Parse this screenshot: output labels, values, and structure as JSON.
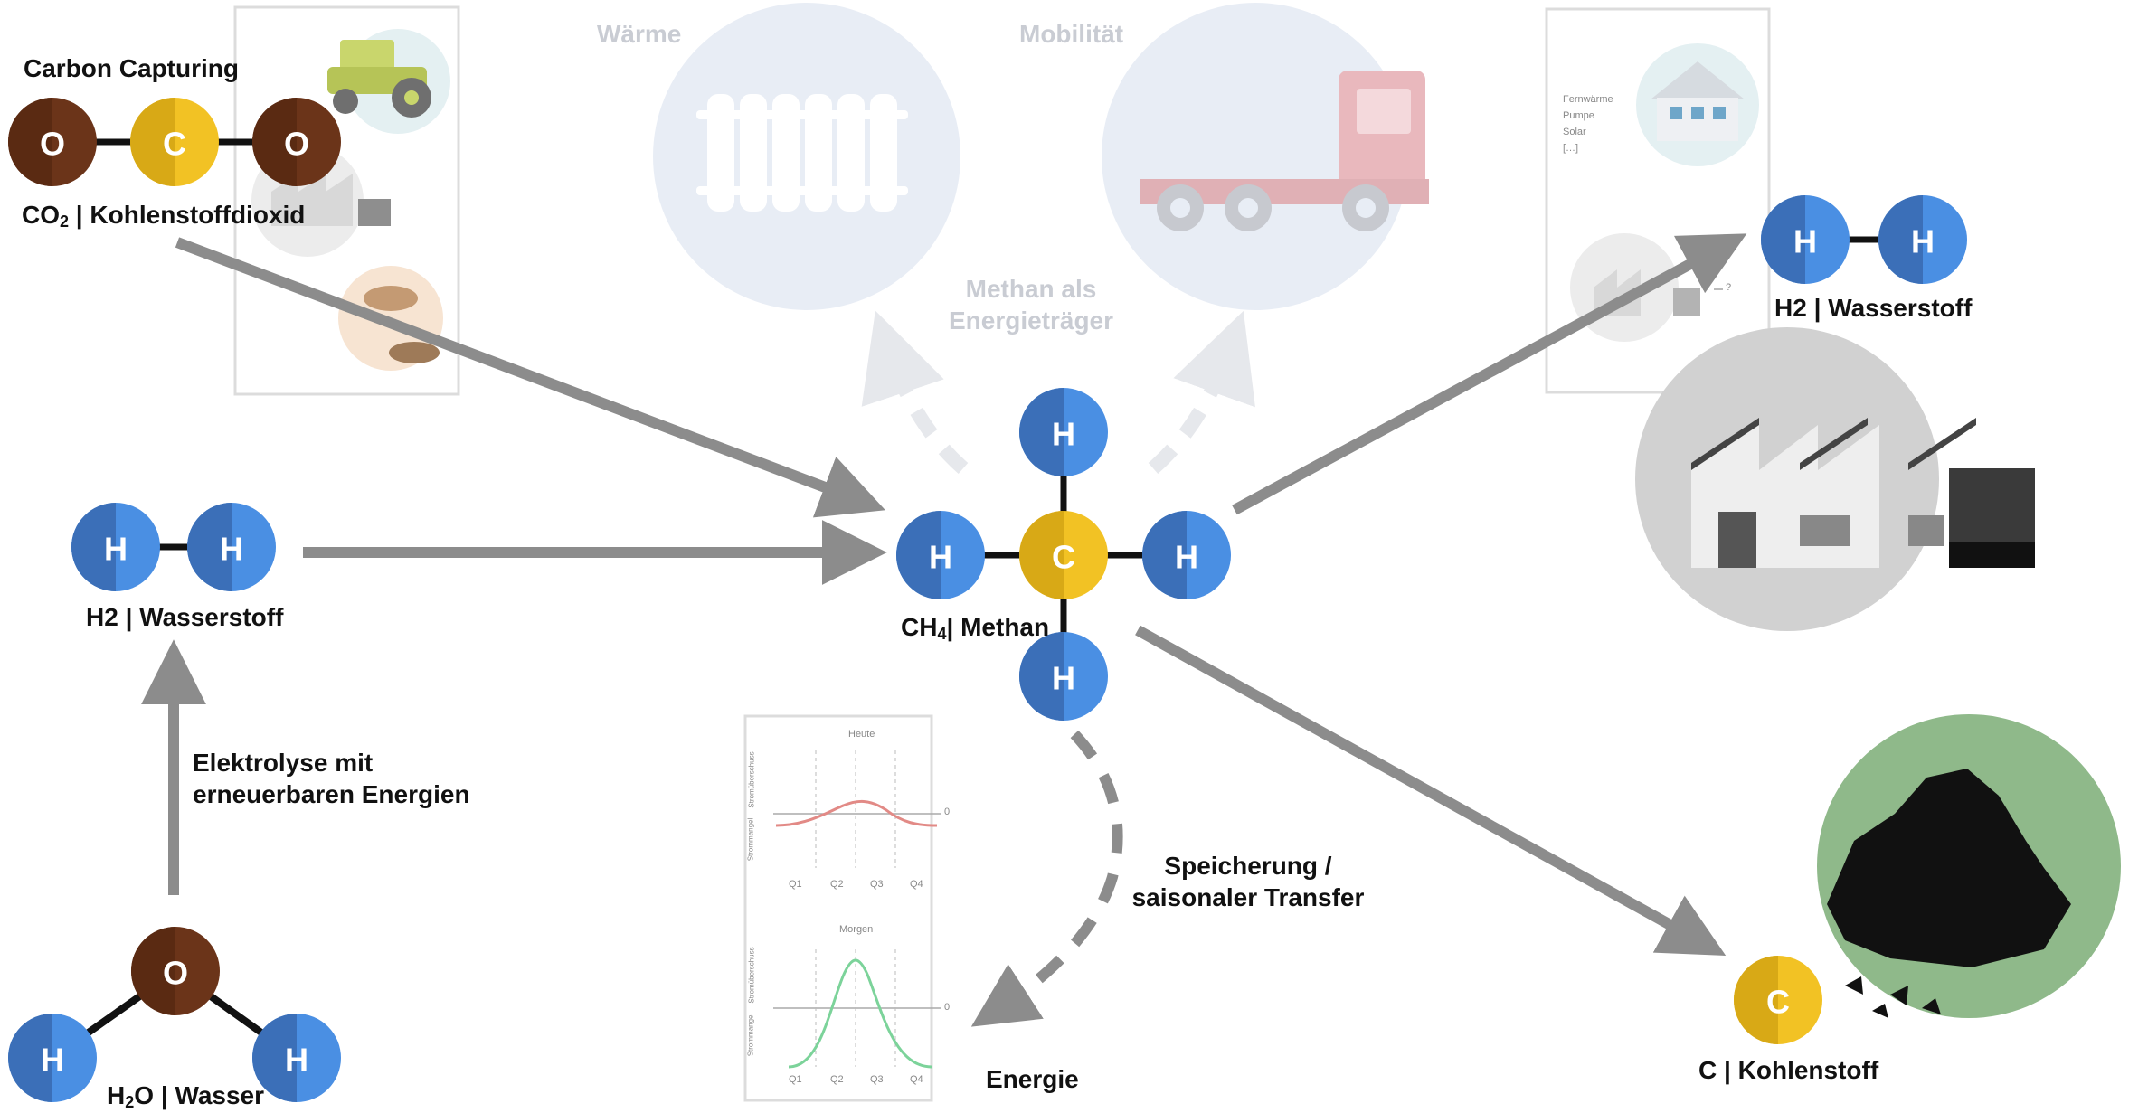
{
  "co2": {
    "heading": "Carbon Capturing",
    "formula_base": "CO",
    "formula_sub": "2",
    "name": "Kohlenstoffdioxid",
    "atoms": [
      "O",
      "C",
      "O"
    ]
  },
  "h2_left": {
    "formula": "H2",
    "name": "Wasserstoff",
    "atoms": [
      "H",
      "H"
    ]
  },
  "h2_right": {
    "formula": "H2",
    "name": "Wasserstoff",
    "atoms": [
      "H",
      "H"
    ]
  },
  "water": {
    "formula_base": "H",
    "formula_sub": "2",
    "formula_tail": "O",
    "name": "Wasser",
    "atoms": [
      "O",
      "H",
      "H"
    ]
  },
  "electrolysis": {
    "line1": "Elektrolyse mit",
    "line2": "erneuerbaren Energien"
  },
  "methane": {
    "formula_base": "CH",
    "formula_sub": "4",
    "name": "Methan",
    "atoms": [
      "C",
      "H",
      "H",
      "H",
      "H"
    ]
  },
  "carbon": {
    "formula": "C",
    "name": "Kohlenstoff",
    "atom": "C"
  },
  "usage": {
    "heat": "Wärme",
    "mobility": "Mobilität",
    "carrier_line1": "Methan als",
    "carrier_line2": "Energieträger"
  },
  "storage": {
    "line1": "Speicherung /",
    "line2": "saisonaler Transfer"
  },
  "energy": "Energie",
  "energy_chart": {
    "today_title": "Heute",
    "tomorrow_title": "Morgen",
    "quarters": [
      "Q1",
      "Q2",
      "Q3",
      "Q4"
    ],
    "zero_label": "0",
    "y_label_top": "Stromüberschuss",
    "y_label_bottom": "Strommangel"
  },
  "heat_panel": {
    "items": [
      "Fernwärme",
      "Pumpe",
      "Solar",
      "[…]"
    ],
    "question": "?"
  },
  "separator": "|",
  "colors": {
    "oxygen": "#6b3419",
    "carbon": "#f2c224",
    "hydrogen": "#4a8fe3",
    "arrow": "#8c8c8c",
    "bond": "#111111",
    "today_curve": "#e28a86",
    "tomorrow_curve": "#7cd39a",
    "coal_bg": "#8fb98a"
  }
}
